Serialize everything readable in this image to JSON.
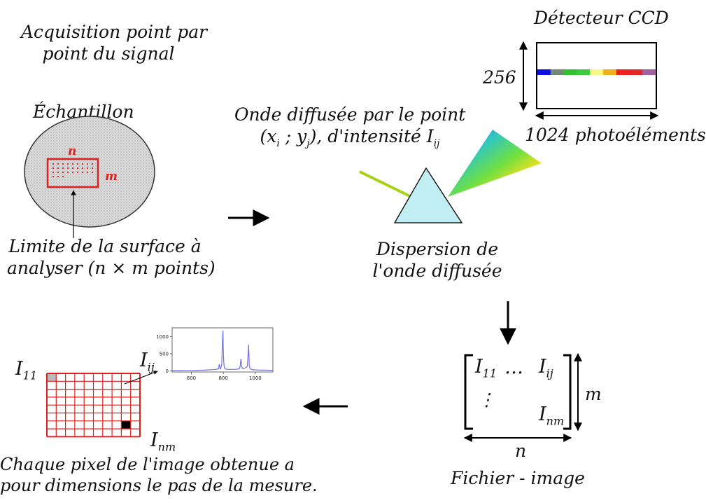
{
  "acquisition": {
    "line1": "Acquisition point par",
    "line2": "point du signal"
  },
  "sample": {
    "title": "Échantillon",
    "n_label": "n",
    "m_label": "m"
  },
  "limit": {
    "line1": "Limite de la surface à",
    "line2": "analyser (n × m points)"
  },
  "wave": {
    "line1": "Onde diffusée par le point",
    "line2_a": "(x",
    "line2_i": "i",
    "line2_b": " ; y",
    "line2_j": "j",
    "line2_c": "), d'intensité I",
    "line2_ij": "ij"
  },
  "dispersion": {
    "line1": "Dispersion de",
    "line2": "l'onde diffusée"
  },
  "ccd": {
    "title": "Détecteur CCD",
    "height_label": "256",
    "width_label": "1024 photoéléments",
    "stripe_colors": [
      "#1010e0",
      "#708878",
      "#30c030",
      "#40c840",
      "#f8f880",
      "#f0b020",
      "#f02020",
      "#e02828",
      "#a060a0"
    ]
  },
  "matrix": {
    "i11": "I",
    "i11_sub": "11",
    "dots": "…",
    "iij": "I",
    "iij_sub": "ij",
    "vdots": "⋮",
    "inm": "I",
    "inm_sub": "nm",
    "m_label": "m",
    "n_label": "n",
    "caption": "Fichier - image"
  },
  "grid": {
    "i11": "I",
    "i11_sub": "11",
    "iij": "I",
    "iij_sub": "ij",
    "inm": "I",
    "inm_sub": "nm",
    "caption_line1": "Chaque pixel de l'image obtenue a",
    "caption_line2": "pour dimensions le pas de la mesure.",
    "grid_color": "#e02020",
    "first_pixel_color": "#bbbbbb",
    "last_pixel_color": "#000000"
  },
  "chart_data": {
    "type": "line",
    "x_ticks": [
      600,
      800,
      1000
    ],
    "y_ticks": [
      0,
      500,
      1000
    ],
    "xlim": [
      480,
      1110
    ],
    "ylim": [
      -30,
      1250
    ],
    "series_color": "#7070e8",
    "x": [
      480,
      520,
      560,
      600,
      640,
      680,
      700,
      720,
      740,
      760,
      770,
      775,
      780,
      785,
      790,
      795,
      798,
      800,
      803,
      806,
      810,
      815,
      820,
      840,
      860,
      880,
      900,
      905,
      910,
      915,
      920,
      930,
      940,
      950,
      955,
      958,
      960,
      962,
      965,
      970,
      980,
      1000,
      1030,
      1060,
      1090,
      1110
    ],
    "y": [
      10,
      12,
      14,
      15,
      18,
      22,
      28,
      35,
      40,
      50,
      65,
      200,
      60,
      80,
      200,
      900,
      1170,
      600,
      250,
      120,
      60,
      55,
      50,
      45,
      45,
      50,
      60,
      120,
      350,
      130,
      70,
      80,
      90,
      130,
      480,
      760,
      520,
      180,
      100,
      60,
      40,
      30,
      25,
      22,
      20,
      18
    ]
  }
}
